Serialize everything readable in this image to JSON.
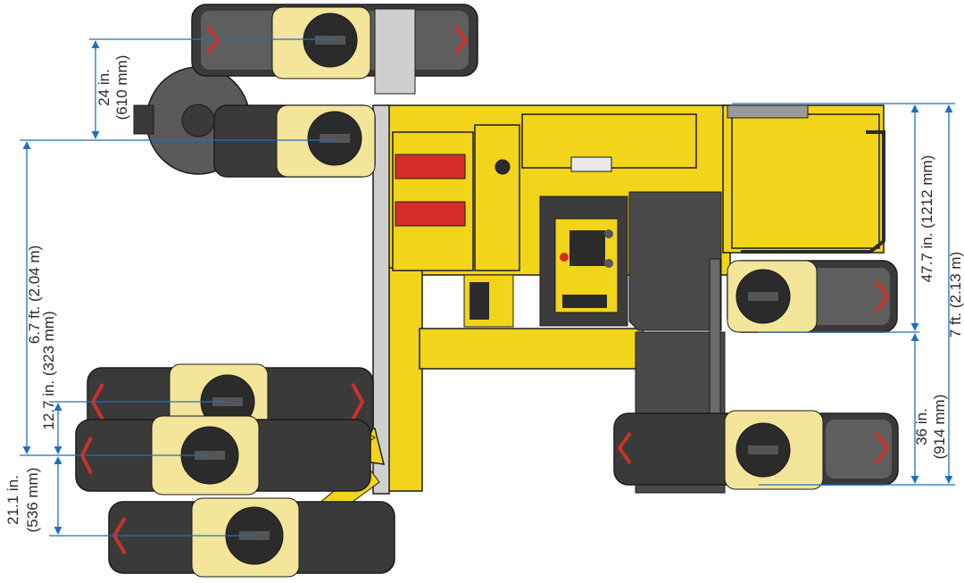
{
  "colors": {
    "machine_yellow": "#f2d41a",
    "machine_yellow_dark": "#b89a10",
    "light_yellow": "#f3e59a",
    "outline": "#1c1c1c",
    "track_dark": "#3a3a3a",
    "track_mid": "#5e5e5e",
    "track_light": "#8a8a8a",
    "hub_dark": "#2b2b2b",
    "chevron_red": "#c8322c",
    "chevron_white": "#ffffff",
    "red_panel": "#d52b2b",
    "dimension_blue": "#1e6fc0",
    "dimension_text": "#2a2a2a",
    "panel_grey": "#4a4a4a",
    "tank_grey": "#5a5a5a"
  },
  "dimensions": {
    "d24": {
      "line1": "24 in.",
      "line2": "(610 mm)"
    },
    "d67": {
      "line1": "6.7 ft. (2.04 m)"
    },
    "d127": {
      "line1": "12.7 in. (323 mm)"
    },
    "d211": {
      "line1": "21.1 in.",
      "line2": "(536 mm)"
    },
    "d477": {
      "line1": "47.7 in. (1212 mm)"
    },
    "d7": {
      "line1": "7 ft. (2.13 m)"
    },
    "d36": {
      "line1": "36 in.",
      "line2": "(914 mm)"
    }
  }
}
